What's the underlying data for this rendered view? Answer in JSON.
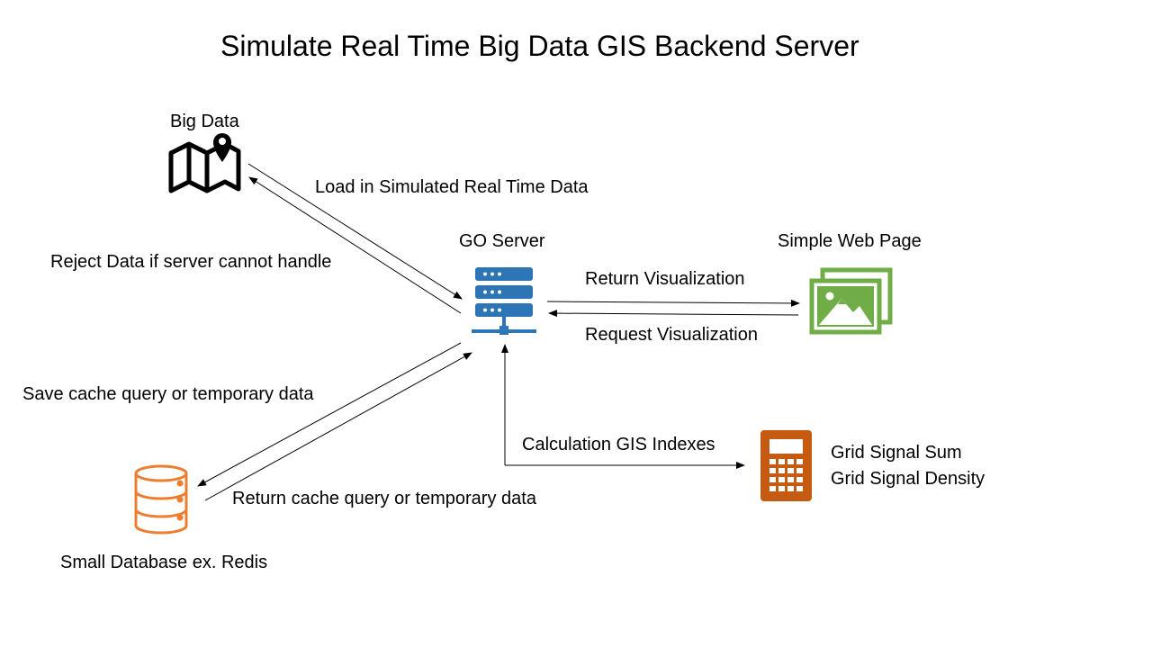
{
  "title": "Simulate Real Time Big Data GIS Backend Server",
  "nodes": {
    "big_data": {
      "label": "Big Data",
      "icon": "map-pin-icon"
    },
    "go_server": {
      "label": "GO Server",
      "icon": "server-icon",
      "color": "#2E75B6"
    },
    "web_page": {
      "label": "Simple Web Page",
      "icon": "image-gallery-icon",
      "color": "#70AD47"
    },
    "database": {
      "label": "Small Database ex. Redis",
      "icon": "database-icon",
      "color": "#ED7D31"
    },
    "calculator": {
      "icon": "calculator-icon",
      "color": "#C55A11",
      "outputs": [
        "Grid Signal Sum",
        "Grid Signal Density"
      ]
    }
  },
  "edges": {
    "load_data": "Load in Simulated Real Time Data",
    "reject_data": "Reject Data if server cannot handle",
    "return_visualization": "Return Visualization",
    "request_visualization": "Request Visualization",
    "save_cache": "Save cache query or temporary data",
    "return_cache": "Return cache query or temporary data",
    "calculation": "Calculation GIS Indexes"
  }
}
